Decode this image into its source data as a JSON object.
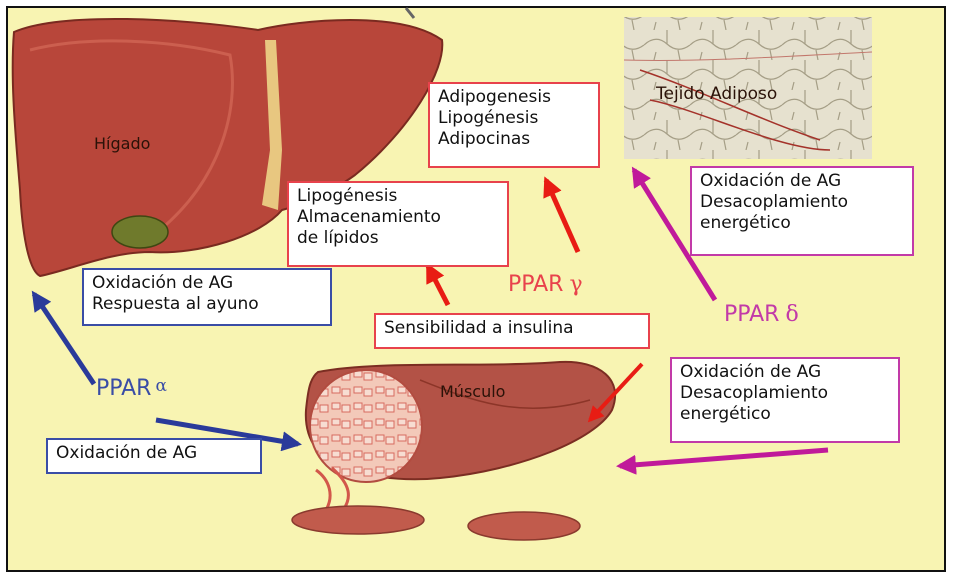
{
  "organs": {
    "liver": "Hígado",
    "adipose": "Tejido Adiposo",
    "muscle": "Músculo"
  },
  "ppar": {
    "alpha": "PPAR",
    "alpha_symbol": "α",
    "gamma": "PPAR",
    "gamma_symbol": "γ",
    "delta": "PPAR",
    "delta_symbol": "δ"
  },
  "boxes": {
    "adipogenesis": [
      "Adipogenesis",
      "Lipogénesis",
      "Adipocinas"
    ],
    "lipogenesis": [
      "Lipogénesis",
      "Almacenamiento",
      "de lípidos"
    ],
    "liver_effects": [
      "Oxidación de AG",
      "Respuesta al ayuno"
    ],
    "insulin": [
      "Sensibilidad a insulina"
    ],
    "adipose_effects": [
      "Oxidación de AG",
      "Desacoplamiento",
      "energético"
    ],
    "muscle_effects": [
      "Oxidación de AG",
      "Desacoplamiento",
      "energético"
    ],
    "alpha_muscle": [
      "Oxidación de AG"
    ]
  },
  "colors": {
    "background": "#f8f4b2",
    "red": "#e8424c",
    "blue": "#3a4da6",
    "pink": "#c23aa8",
    "arrow_red": "#e81c14",
    "arrow_blue": "#2a3a9a",
    "arrow_pink": "#c01a9a"
  }
}
